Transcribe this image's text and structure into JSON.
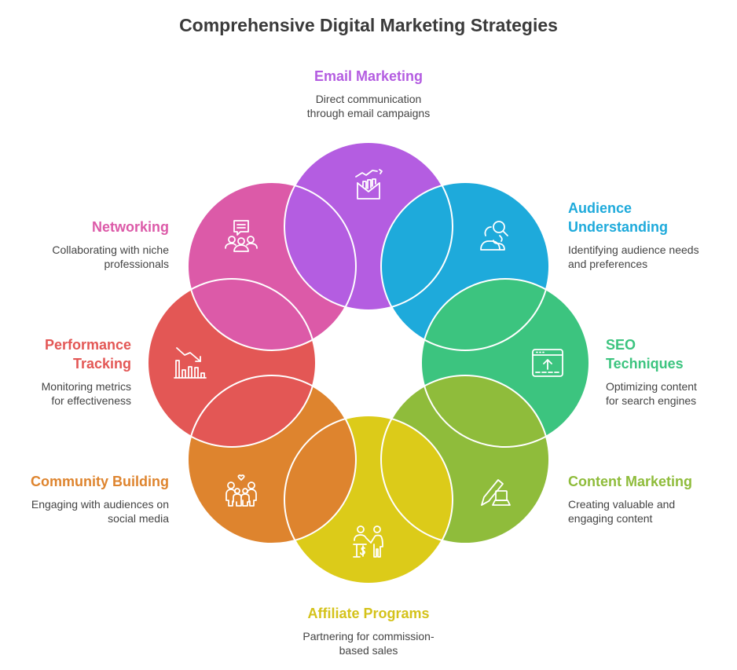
{
  "title": "Comprehensive Digital Marketing Strategies",
  "segments": [
    {
      "id": "email",
      "title_lines": [
        "Email Marketing"
      ],
      "desc_lines": [
        "Direct communication",
        "through email campaigns"
      ],
      "color": "#b45de1",
      "icon": "envelope-chart-icon"
    },
    {
      "id": "audience",
      "title_lines": [
        "Audience",
        "Understanding"
      ],
      "desc_lines": [
        "Identifying audience needs",
        "and preferences"
      ],
      "color": "#1eaadb",
      "icon": "people-search-icon"
    },
    {
      "id": "seo",
      "title_lines": [
        "SEO",
        "Techniques"
      ],
      "desc_lines": [
        "Optimizing content",
        "for search engines"
      ],
      "color": "#3cc47f",
      "icon": "browser-upload-icon"
    },
    {
      "id": "content",
      "title_lines": [
        "Content Marketing"
      ],
      "desc_lines": [
        "Creating valuable and",
        "engaging content"
      ],
      "color": "#8fbc3b",
      "icon": "pen-laptop-icon"
    },
    {
      "id": "affiliate",
      "title_lines": [
        "Affiliate Programs"
      ],
      "desc_lines": [
        "Partnering for commission-",
        "based sales"
      ],
      "color": "#dccb19",
      "icon": "handshake-dollar-icon"
    },
    {
      "id": "community",
      "title_lines": [
        "Community Building"
      ],
      "desc_lines": [
        "Engaging with audiences on",
        "social media"
      ],
      "color": "#de842e",
      "icon": "group-heart-icon"
    },
    {
      "id": "performance",
      "title_lines": [
        "Performance",
        "Tracking"
      ],
      "desc_lines": [
        "Monitoring metrics",
        "for effectiveness"
      ],
      "color": "#e35755",
      "icon": "bar-chart-down-icon"
    },
    {
      "id": "networking",
      "title_lines": [
        "Networking"
      ],
      "desc_lines": [
        "Collaborating with niche",
        "professionals"
      ],
      "color": "#dc5aa8",
      "icon": "group-chat-icon"
    }
  ]
}
